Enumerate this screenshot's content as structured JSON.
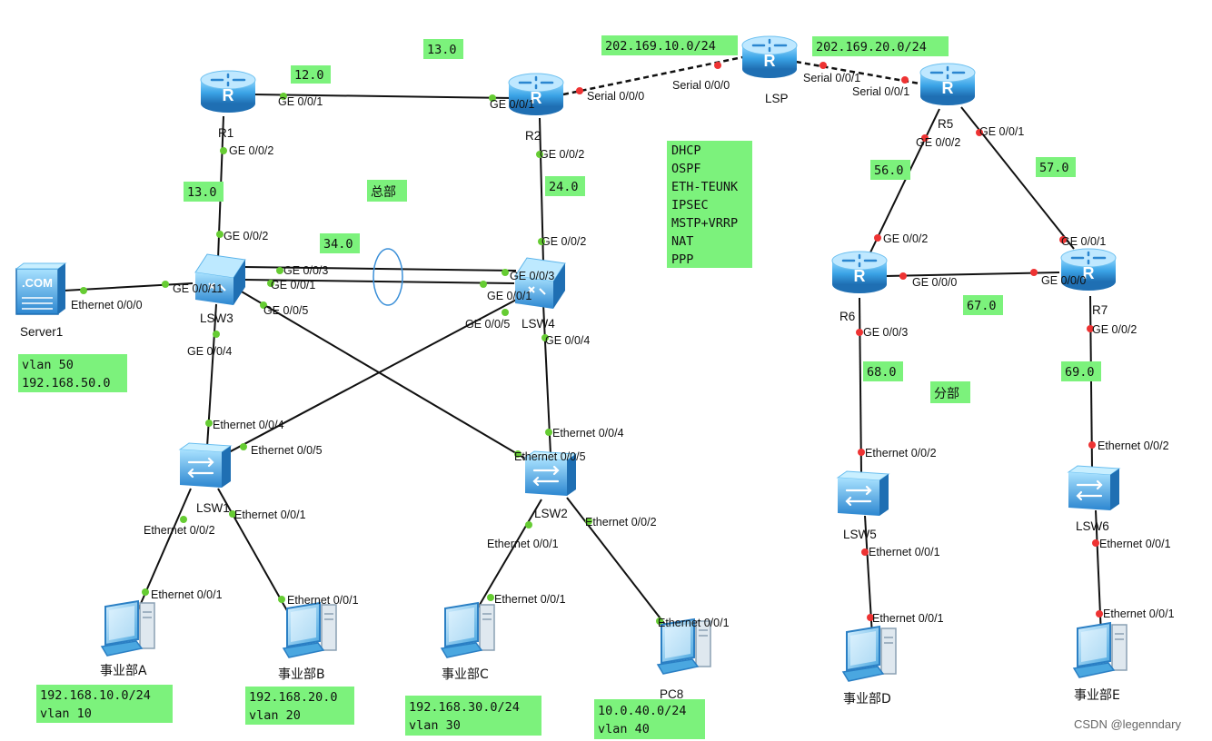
{
  "devices": {
    "R1": "R1",
    "R2": "R2",
    "LSP": "LSP",
    "R5": "R5",
    "R6": "R6",
    "R7": "R7",
    "LSW1": "LSW1",
    "LSW2": "LSW2",
    "LSW3": "LSW3",
    "LSW4": "LSW4",
    "LSW5": "LSW5",
    "LSW6": "LSW6",
    "Server1": "Server1",
    "PCA": "事业部A",
    "PCB": "事业部B",
    "PCC": "事业部C",
    "PC8": "PC8",
    "PCD": "事业部D",
    "PCE": "事业部E"
  },
  "icons": {
    "router": "router-icon",
    "switch": "switch-icon",
    "pc": "pc-icon",
    "server": "server-icon"
  },
  "ports": {
    "r1_ge001": "GE 0/0/1",
    "r1_ge002": "GE 0/0/2",
    "r2_ge001": "GE 0/0/1",
    "r2_s000": "Serial 0/0/0",
    "r2_ge002": "GE 0/0/2",
    "lsp_s000": "Serial 0/0/0",
    "lsp_s001": "Serial 0/0/1",
    "r5_s001": "Serial 0/0/1",
    "r5_ge002": "GE 0/0/2",
    "r5_ge001": "GE 0/0/1",
    "r6_ge002": "GE 0/0/2",
    "r6_ge000": "GE 0/0/0",
    "r6_ge003": "GE 0/0/3",
    "r7_ge001": "GE 0/0/1",
    "r7_ge000": "GE 0/0/0",
    "r7_ge002": "GE 0/0/2",
    "lsw3_ge002": "GE 0/0/2",
    "lsw3_ge003": "GE 0/0/3",
    "lsw3_ge001": "GE 0/0/1",
    "lsw3_ge0011": "GE 0/0/11",
    "lsw3_ge005": "GE 0/0/5",
    "lsw3_ge004": "GE 0/0/4",
    "lsw4_ge002": "GE 0/0/2",
    "lsw4_ge003": "GE 0/0/3",
    "lsw4_ge001": "GE 0/0/1",
    "lsw4_ge005": "GE 0/0/5",
    "lsw4_ge004": "GE 0/0/4",
    "server_e000": "Ethernet 0/0/0",
    "lsw1_e004": "Ethernet 0/0/4",
    "lsw1_e005": "Ethernet 0/0/5",
    "lsw1_e001": "Ethernet 0/0/1",
    "lsw1_e002": "Ethernet 0/0/2",
    "lsw2_e004": "Ethernet 0/0/4",
    "lsw2_e005": "Ethernet 0/0/5",
    "lsw2_e001": "Ethernet 0/0/1",
    "lsw2_e002": "Ethernet 0/0/2",
    "pca_e001": "Ethernet 0/0/1",
    "pcb_e001": "Ethernet 0/0/1",
    "pcc_e001": "Ethernet 0/0/1",
    "pc8_e001": "Ethernet 0/0/1",
    "lsw5_e002": "Ethernet 0/0/2",
    "lsw5_e001": "Ethernet 0/0/1",
    "pcd_e001": "Ethernet 0/0/1",
    "lsw6_e002": "Ethernet 0/0/2",
    "lsw6_e001": "Ethernet 0/0/1",
    "pce_e001": "Ethernet 0/0/1"
  },
  "labels": {
    "net_r1r2": "12.0",
    "net_top": "13.0",
    "net_r1lsw3": "13.0",
    "net_r2lsw4": "24.0",
    "net_lsw34": "34.0",
    "net_wan1": "202.169.10.0/24",
    "net_wan2": "202.169.20.0/24",
    "net_56": "56.0",
    "net_57": "57.0",
    "net_67": "67.0",
    "net_68": "68.0",
    "net_69": "69.0",
    "hq": "总部",
    "branch": "分部",
    "vlan50_line1": "vlan 50",
    "vlan50_line2": "192.168.50.0",
    "pca_line1": "192.168.10.0/24",
    "pca_line2": "vlan 10",
    "pcb_line1": "192.168.20.0",
    "pcb_line2": "vlan 20",
    "pcc_line1": "192.168.30.0/24",
    "pcc_line2": "vlan 30",
    "pc8_line1": "10.0.40.0/24",
    "pc8_line2": "vlan 40"
  },
  "protocols": [
    "DHCP",
    "OSPF",
    "ETH-TEUNK",
    "IPSEC",
    "MSTP+VRRP",
    "NAT",
    "PPP"
  ],
  "watermark": "CSDN @legenndary",
  "colors": {
    "label_bg": "#7cf27c",
    "link": "#111111",
    "port_up": "#66cc33",
    "port_down": "#ee3333",
    "device_fill": "#3aa3e6",
    "stack_ring": "#3a8fd8"
  }
}
